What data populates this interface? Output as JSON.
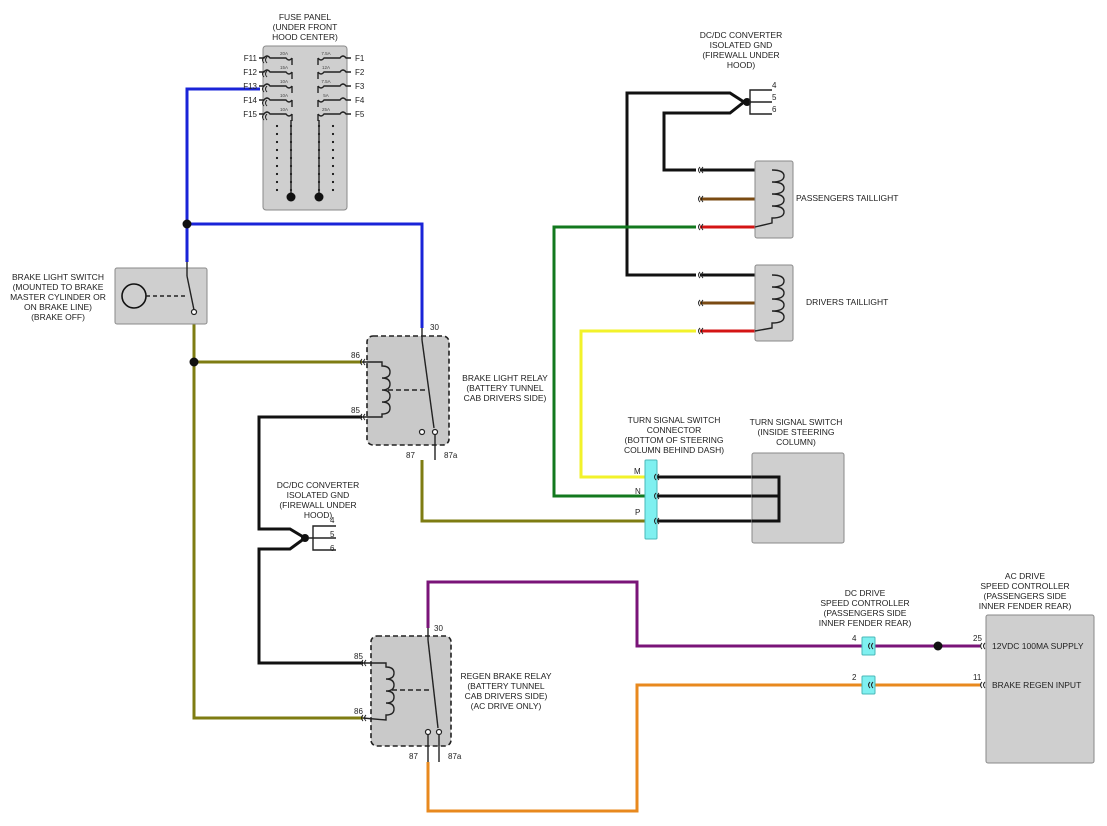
{
  "colors": {
    "blue": "#1a24d8",
    "olive": "#7e7c12",
    "black": "#111111",
    "green": "#12781e",
    "yellow": "#f2f22a",
    "brown": "#7a4a12",
    "red": "#d41414",
    "purple": "#7a1478",
    "orange": "#e8891e",
    "component_gray": "#cfcfcf",
    "connector_cyan": "#7ff0f0"
  },
  "fuse_panel": {
    "title_lines": [
      "FUSE PANEL",
      "(UNDER FRONT",
      "HOOD CENTER)"
    ],
    "left_fuses": [
      "F11",
      "F12",
      "F13",
      "F14",
      "F15"
    ],
    "right_fuses": [
      "F1",
      "F2",
      "F3",
      "F4",
      "F5"
    ],
    "left_ratings": [
      "20A",
      "15A",
      "10A",
      "10A",
      "10A"
    ],
    "right_ratings": [
      "7.5A",
      "12A",
      "7.5A",
      "5A",
      "25A"
    ]
  },
  "dcdc_top": {
    "title_lines": [
      "DC/DC CONVERTER",
      "ISOLATED GND",
      "(FIREWALL UNDER",
      "HOOD)"
    ],
    "pins": [
      "4",
      "5",
      "6"
    ]
  },
  "dcdc_mid": {
    "title_lines": [
      "DC/DC CONVERTER",
      "ISOLATED GND",
      "(FIREWALL UNDER",
      "HOOD)"
    ],
    "pins": [
      "4",
      "5",
      "6"
    ]
  },
  "passengers_taillight": {
    "label": "PASSENGERS TAILLIGHT"
  },
  "drivers_taillight": {
    "label": "DRIVERS TAILLIGHT"
  },
  "brake_light_switch": {
    "title_lines": [
      "BRAKE LIGHT SWITCH",
      "(MOUNTED TO BRAKE",
      "MASTER CYLINDER OR",
      "ON BRAKE LINE)",
      "(BRAKE OFF)"
    ]
  },
  "brake_light_relay": {
    "title_lines": [
      "BRAKE LIGHT RELAY",
      "(BATTERY TUNNEL",
      "CAB DRIVERS SIDE)"
    ],
    "pins": {
      "p30": "30",
      "p86": "86",
      "p85": "85",
      "p87": "87",
      "p87a": "87a"
    }
  },
  "regen_brake_relay": {
    "title_lines": [
      "REGEN BRAKE RELAY",
      "(BATTERY TUNNEL",
      "CAB DRIVERS SIDE)",
      "(AC DRIVE ONLY)"
    ],
    "pins": {
      "p30": "30",
      "p85": "85",
      "p86": "86",
      "p87": "87",
      "p87a": "87a"
    }
  },
  "turn_signal_connector": {
    "title_lines": [
      "TURN SIGNAL SWITCH",
      "CONNECTOR",
      "(BOTTOM OF STEERING",
      "COLUMN BEHIND DASH)"
    ],
    "pins": [
      "M",
      "N",
      "P"
    ]
  },
  "turn_signal_switch": {
    "title_lines": [
      "TURN SIGNAL SWITCH",
      "(INSIDE STEERING",
      "COLUMN)"
    ]
  },
  "dc_drive": {
    "title_lines": [
      "DC DRIVE",
      "SPEED CONTROLLER",
      "(PASSENGERS SIDE",
      "INNER FENDER REAR)"
    ],
    "pins": [
      "4",
      "2"
    ]
  },
  "ac_drive": {
    "title_lines": [
      "AC DRIVE",
      "SPEED CONTROLLER",
      "(PASSENGERS SIDE",
      "INNER FENDER REAR)"
    ],
    "pins": [
      "25",
      "11"
    ],
    "supply_label": "12VDC 100MA SUPPLY",
    "regen_label": "BRAKE REGEN INPUT"
  }
}
